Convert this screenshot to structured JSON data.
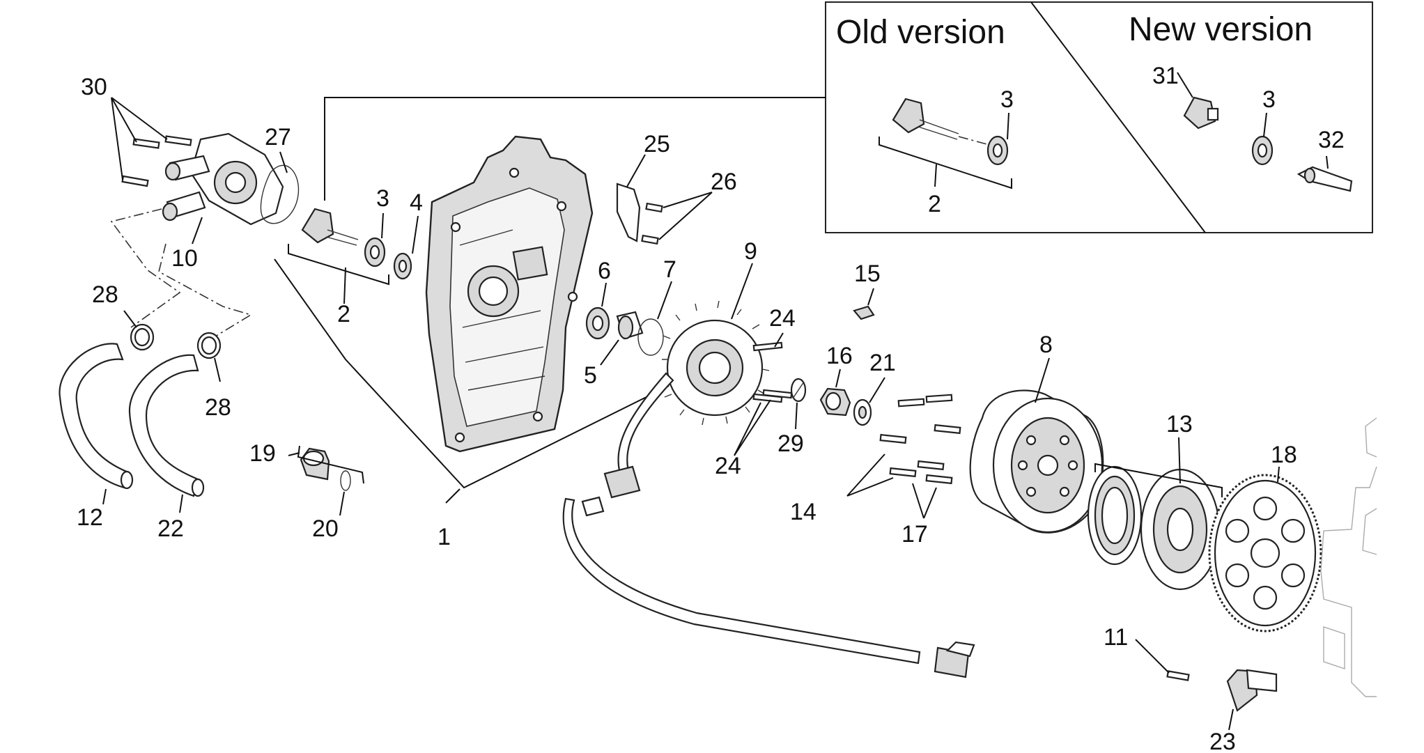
{
  "inset": {
    "old_title": "Old version",
    "new_title": "New version"
  },
  "callouts": {
    "c1": "1",
    "c2": "2",
    "c2b": "2",
    "c3": "3",
    "c3b": "3",
    "c3c": "3",
    "c4": "4",
    "c5": "5",
    "c6": "6",
    "c7": "7",
    "c8": "8",
    "c9": "9",
    "c10": "10",
    "c11": "11",
    "c12": "12",
    "c13": "13",
    "c14": "14",
    "c15": "15",
    "c16": "16",
    "c17": "17",
    "c18": "18",
    "c19": "19",
    "c20": "20",
    "c21": "21",
    "c22": "22",
    "c23": "23",
    "c24a": "24",
    "c24b": "24",
    "c25": "25",
    "c26": "26",
    "c27": "27",
    "c28a": "28",
    "c28b": "28",
    "c29": "29",
    "c30": "30",
    "c31": "31",
    "c32": "32"
  }
}
